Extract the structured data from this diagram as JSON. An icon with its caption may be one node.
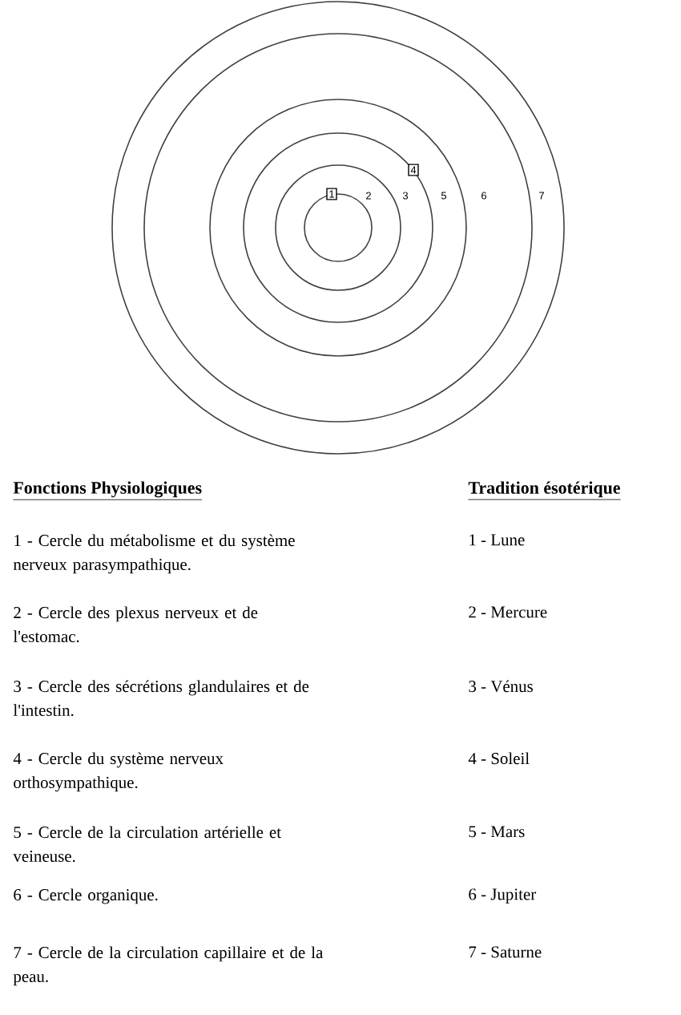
{
  "diagram": {
    "nodes": [
      {
        "text": [
          "1"
        ]
      },
      {
        "text": [
          "4"
        ]
      }
    ],
    "labels": [
      "2",
      "3",
      "5",
      "6",
      "7",
      "Fonctions Physiologiques",
      "Tradition ésotérique",
      "1 - Cercle du métabolisme et du système nerveux parasympathique.",
      "1 - Lune",
      "2 - Cercle des plexus nerveux et de l'estomac.",
      "2 - Mercure",
      "3 - Cercle des sécrétions glandulaires et de l'intestin.",
      "3 - Vénus",
      "4 - Cercle du système nerveux orthosympathique.",
      "4 - Soleil",
      "5 - Cercle de la circulation artérielle et veineuse.",
      "5 - Mars",
      "6 - Cercle organique.",
      "6 - Jupiter",
      "7 - Cercle de la circulation capillaire et de la peau.",
      "7 - Saturne"
    ]
  }
}
